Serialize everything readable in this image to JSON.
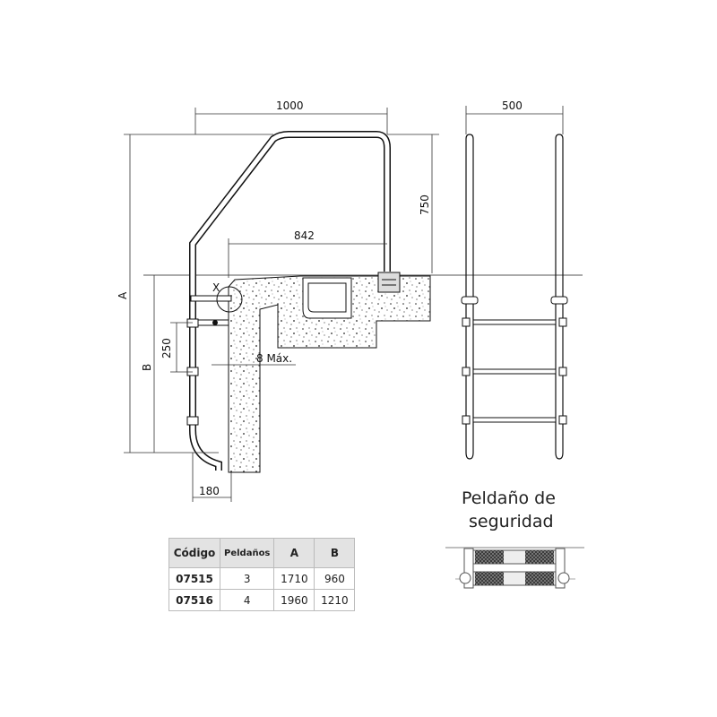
{
  "dimensions": {
    "width_total": "1000",
    "width_ladder": "500",
    "reach": "842",
    "handrail_height": "750",
    "label_a": "A",
    "label_b": "B",
    "step_spacing": "250",
    "gap": "8 Máx.",
    "detail_marker": "X",
    "wall_offset": "180"
  },
  "caption": {
    "line1": "Peldaño de",
    "line2": "seguridad"
  },
  "table": {
    "headers": [
      "Código",
      "Peldaños",
      "A",
      "B"
    ],
    "rows": [
      [
        "07515",
        "3",
        "1710",
        "960"
      ],
      [
        "07516",
        "4",
        "1960",
        "1210"
      ]
    ]
  }
}
